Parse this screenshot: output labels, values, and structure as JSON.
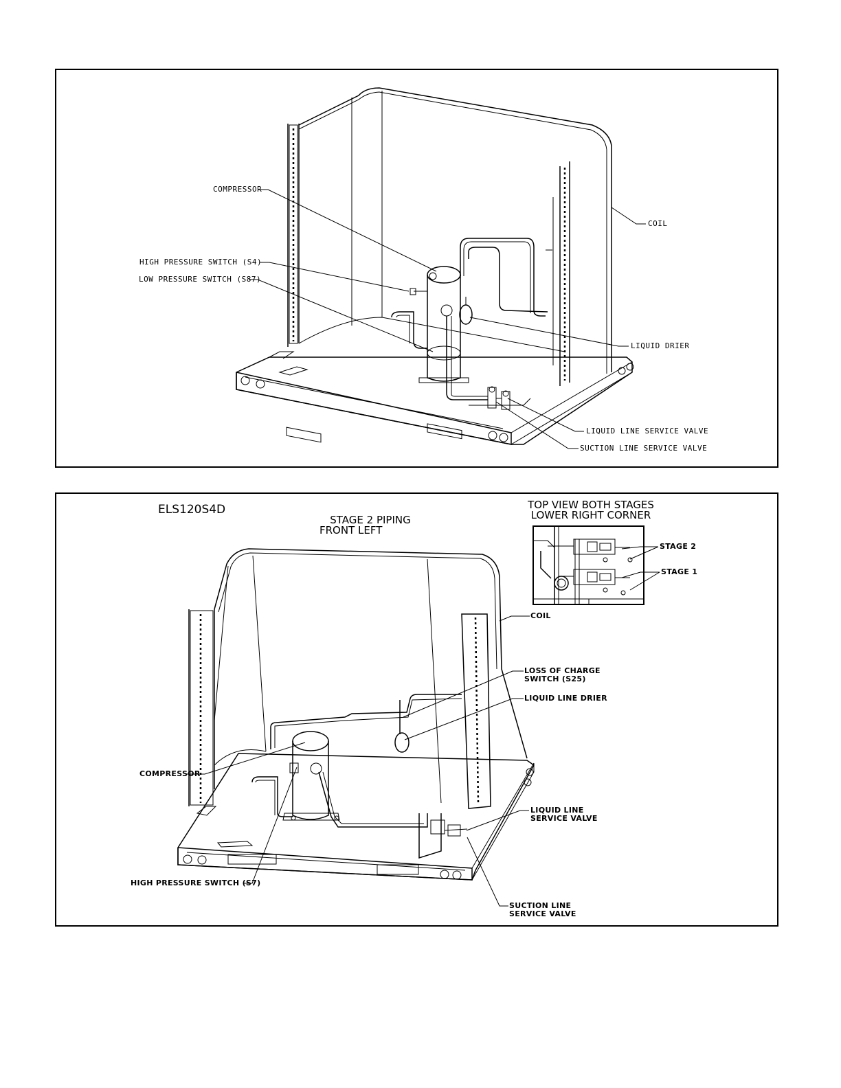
{
  "top_diagram": {
    "labels": {
      "compressor": "COMPRESSOR",
      "high_pressure_switch": "HIGH PRESSURE SWITCH (S4)",
      "low_pressure_switch": "LOW PRESSURE SWITCH (S87)",
      "coil": "COIL",
      "liquid_drier": "LIQUID DRIER",
      "liquid_line_service_valve": "LIQUID LINE SERVICE VALVE",
      "suction_line_service_valve": "SUCTION LINE SERVICE VALVE"
    }
  },
  "bottom_diagram": {
    "model": "ELS120S4D",
    "piping_title_line1": "STAGE 2 PIPING",
    "piping_title_line2": "FRONT LEFT",
    "inset_title_line1": "TOP VIEW BOTH STAGES",
    "inset_title_line2": "LOWER RIGHT CORNER",
    "inset_labels": {
      "stage_2": "STAGE 2",
      "stage_1": "STAGE 1"
    },
    "labels": {
      "coil": "COIL",
      "loss_of_charge_line1": "LOSS OF CHARGE",
      "loss_of_charge_line2": "SWITCH (S25)",
      "liquid_line_drier": "LIQUID LINE DRIER",
      "compressor": "COMPRESSOR",
      "liquid_line_service_valve_line1": "LIQUID LINE",
      "liquid_line_service_valve_line2": "SERVICE VALVE",
      "high_pressure_switch": "HIGH PRESSURE SWITCH (S7)",
      "suction_line_service_valve_line1": "SUCTION LINE",
      "suction_line_service_valve_line2": "SERVICE VALVE"
    }
  }
}
